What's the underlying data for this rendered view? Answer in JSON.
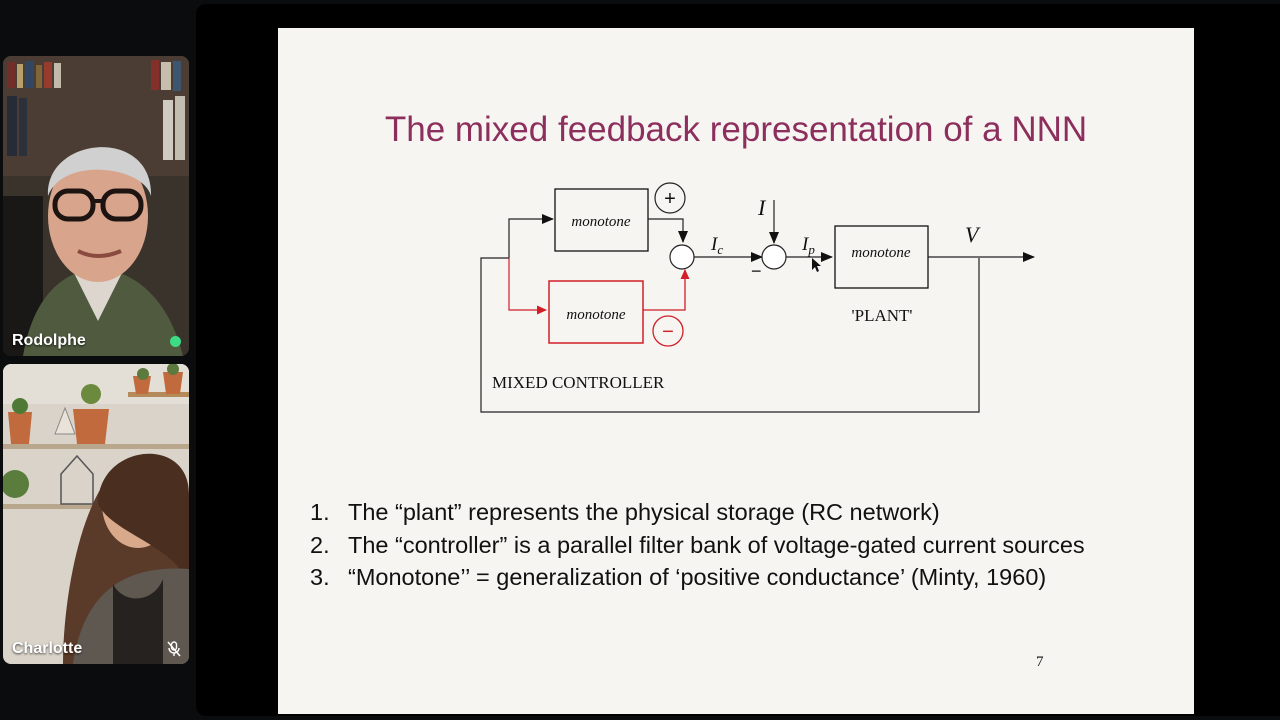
{
  "participants": [
    {
      "name": "Rodolphe",
      "status": "speaking",
      "status_color": "#3ddc84"
    },
    {
      "name": "Charlotte",
      "status": "muted"
    }
  ],
  "slide": {
    "title": "The mixed feedback representation of a NNN",
    "title_color": "#8c2f5c",
    "diagram": {
      "block_label": "monotone",
      "plus_sign": "+",
      "minus_sign": "−",
      "input_I": "I",
      "current_Ic": "I",
      "current_Ic_sub": "c",
      "current_Ip": "I",
      "current_Ip_sub": "p",
      "output_V": "V",
      "summer_minus": "−",
      "plant_label": "'PLANT'",
      "controller_label": "MIXED CONTROLLER",
      "negative_color": "#d01f27"
    },
    "bullets": [
      {
        "num": "1.",
        "text": "The “plant” represents the physical storage (RC network)"
      },
      {
        "num": "2.",
        "text": "The “controller” is a parallel filter bank of voltage-gated current sources"
      },
      {
        "num": "3.",
        "text": "“Monotone’’ = generalization of ‘positive conductance’ (Minty, 1960)"
      }
    ],
    "page_number": "7"
  }
}
